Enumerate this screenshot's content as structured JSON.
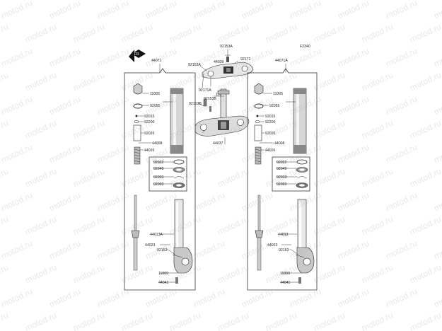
{
  "diagram": {
    "code": "F2340",
    "watermark": "motod.ru",
    "front_icon": "front-arrow-icon",
    "clamp": {
      "parts": [
        "92153A",
        "92171",
        "44039",
        "92153A",
        "92171A",
        "11054",
        "92153B",
        "92153B",
        "92173",
        "44037"
      ]
    },
    "left_fork": {
      "assembly": "44071",
      "parts": [
        "11065",
        "92055",
        "92015",
        "92200",
        "92026",
        "44008",
        "44026",
        "92022",
        "92049",
        "92033",
        "92093",
        "44013A",
        "44023",
        "92153",
        "11009",
        "44041"
      ]
    },
    "right_fork": {
      "assembly": "44071A",
      "parts": [
        "11065",
        "92055",
        "92015",
        "92200",
        "92026",
        "44008",
        "44026",
        "92022",
        "92049",
        "92033",
        "92093",
        "44013",
        "44023",
        "92153",
        "11009",
        "44041"
      ]
    }
  }
}
